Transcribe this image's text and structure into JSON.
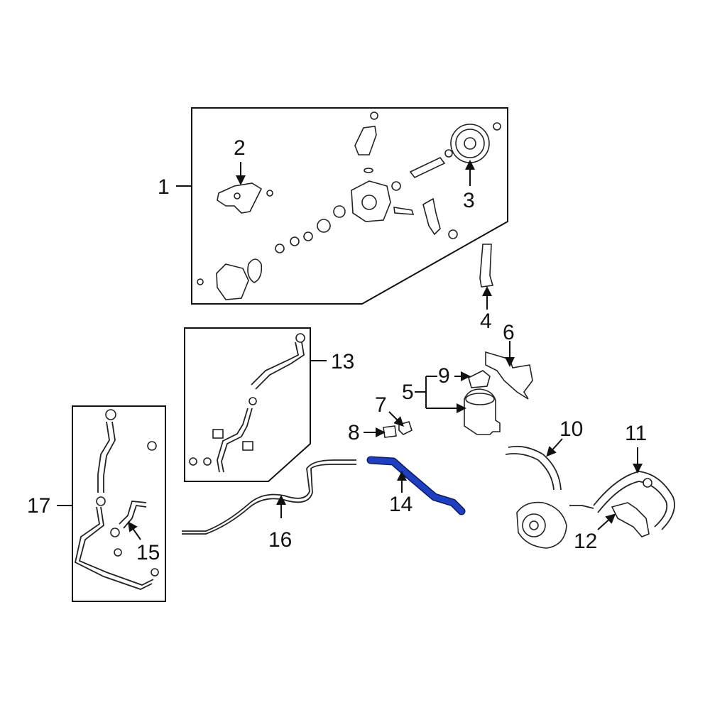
{
  "highlight_color": "#1f3fbf",
  "callouts": {
    "c1": "1",
    "c2": "2",
    "c3": "3",
    "c4": "4",
    "c5": "5",
    "c6": "6",
    "c7": "7",
    "c8": "8",
    "c9": "9",
    "c10": "10",
    "c11": "11",
    "c12": "12",
    "c13": "13",
    "c14": "14",
    "c15": "15",
    "c16": "16",
    "c17": "17"
  },
  "highlighted_part": "14"
}
